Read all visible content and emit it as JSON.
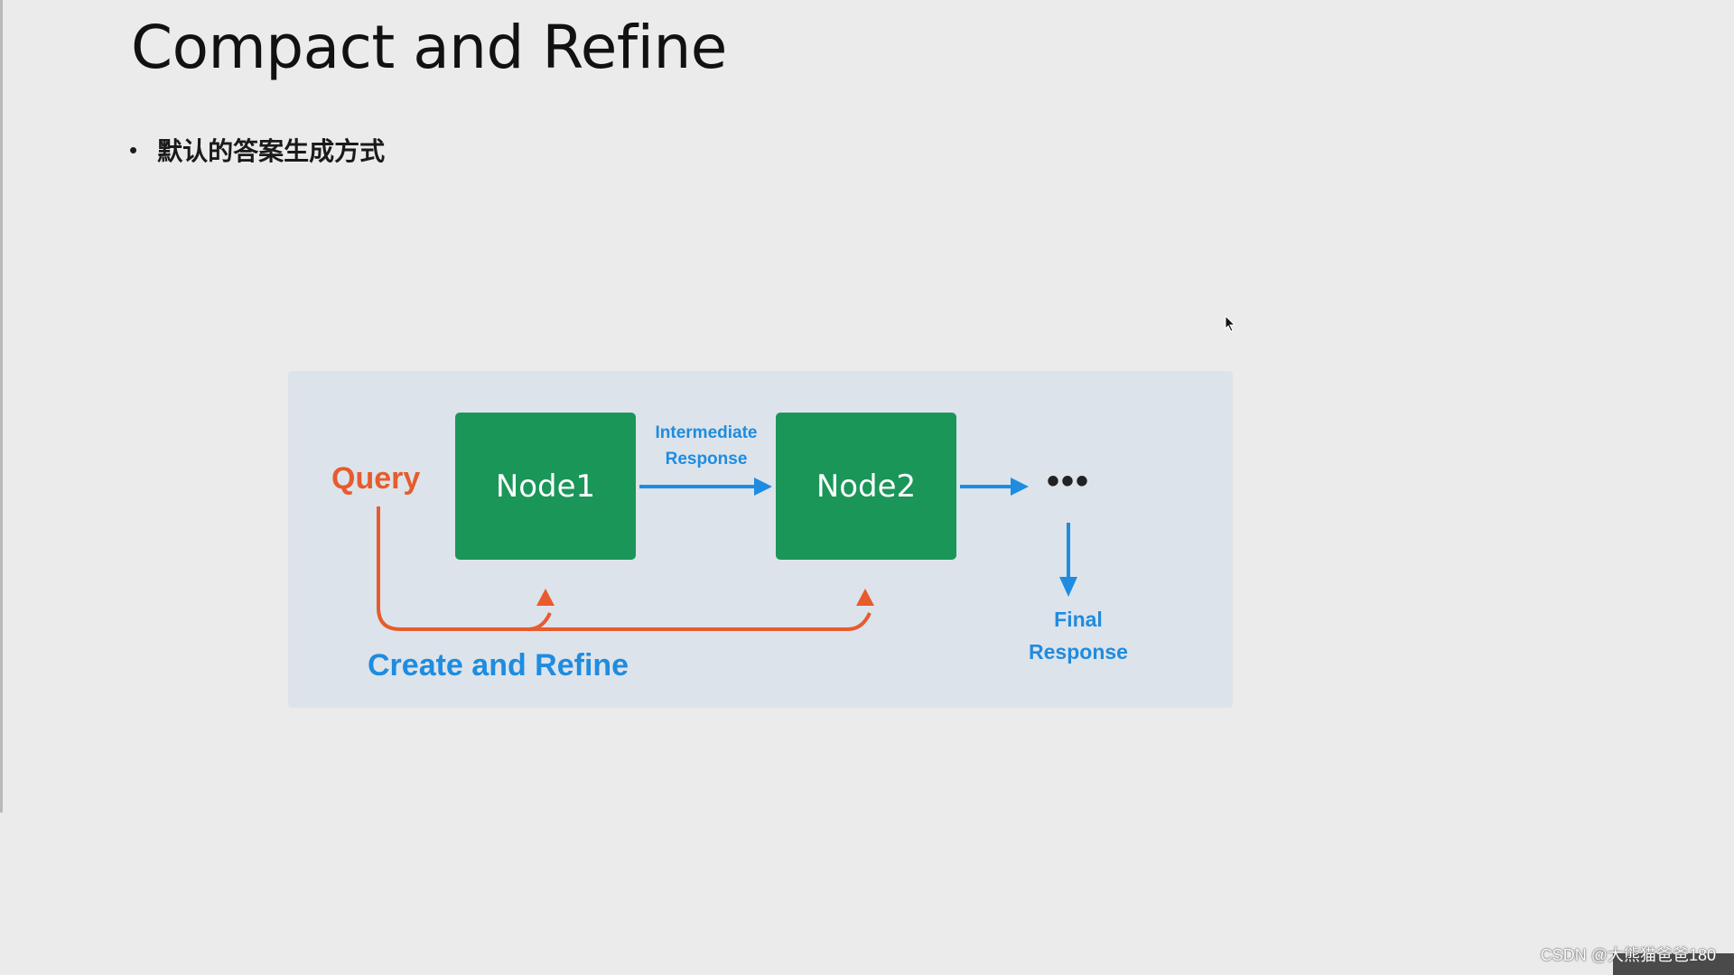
{
  "slide": {
    "title": "Compact and Refine",
    "bullet_marker": "•",
    "bullet_text": "默认的答案生成方式"
  },
  "diagram": {
    "query_label": "Query",
    "node1_label": "Node1",
    "node2_label": "Node2",
    "intermediate_line1": "Intermediate",
    "intermediate_line2": "Response",
    "ellipsis": "•••",
    "final_line1": "Final",
    "final_line2": "Response",
    "caption": "Create and Refine",
    "colors": {
      "node_fill": "#1a9659",
      "query_orange": "#e75b2c",
      "flow_blue": "#1e8ce0",
      "panel_bg": "#dde3ea"
    }
  },
  "watermark": {
    "text": "CSDN @大熊猫爸爸180"
  },
  "icons": {
    "cursor": "mouse-pointer-icon"
  }
}
